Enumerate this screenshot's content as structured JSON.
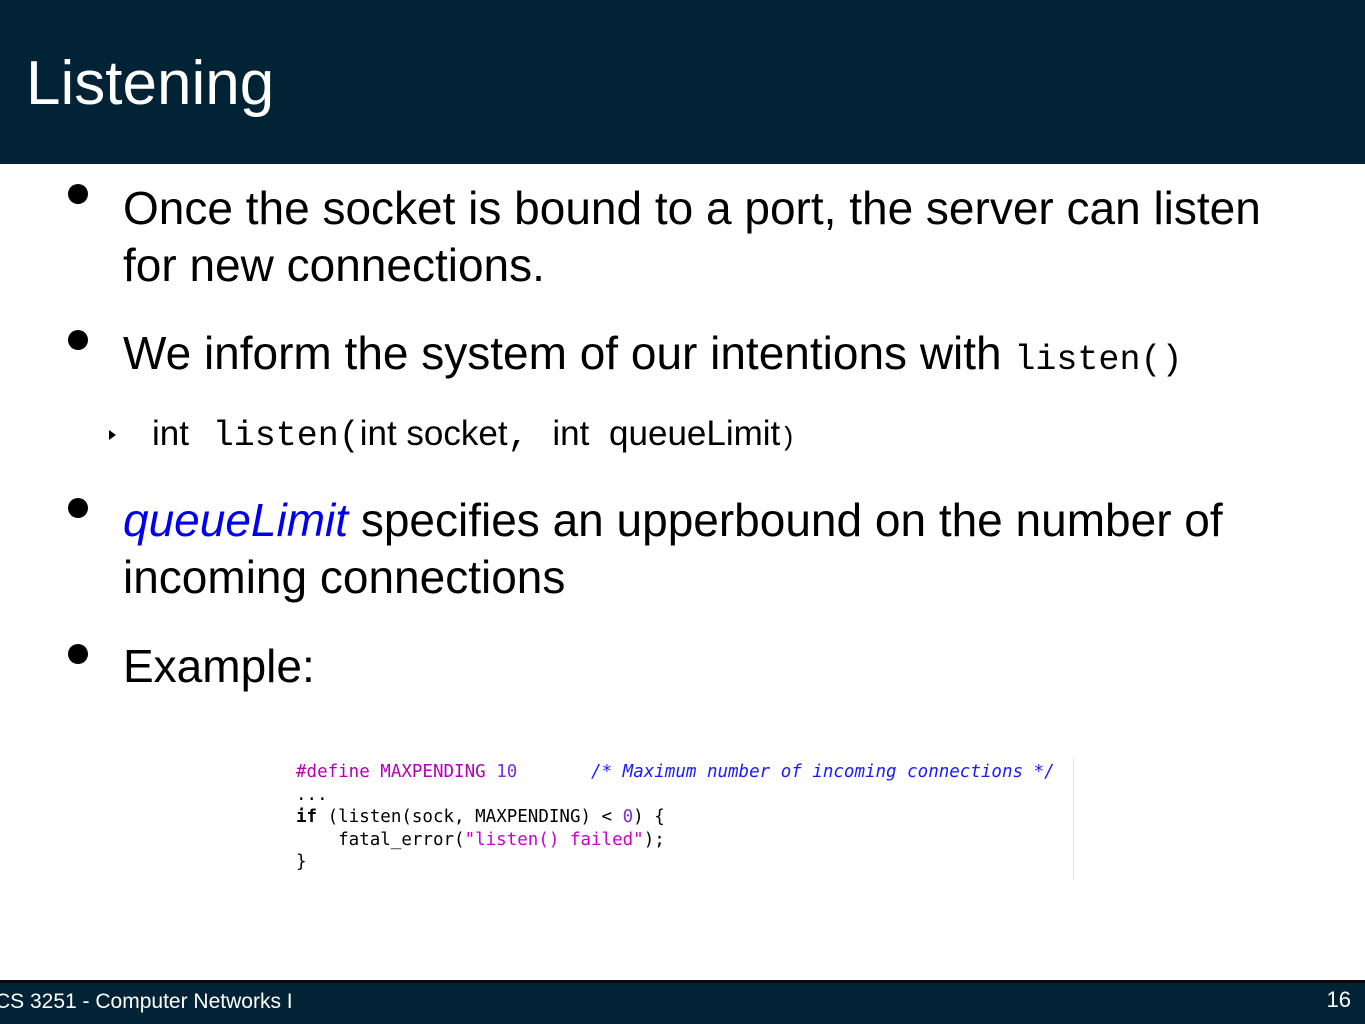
{
  "slide": {
    "title": "Listening",
    "bullets": [
      {
        "text": "Once the socket is bound to a port, the server can listen for new connections."
      },
      {
        "text": "We inform the system of our intentions with ",
        "code": "listen()"
      },
      {
        "accent": "queueLimit",
        "text": " specifies an upperbound on the number of incoming connections"
      },
      {
        "text": "Example:"
      }
    ],
    "sub_bullet": {
      "int1": "int",
      "fn": "listen(",
      "arg1": "int socket",
      "sep": ",",
      "int2": "int",
      "arg2": "queueLimit",
      "close": ")"
    },
    "code_example": {
      "line1_pre": "#define MAXPENDING",
      "line1_num": "10",
      "line1_comment": "/* Maximum number of incoming connections */",
      "line2": "...",
      "line3_kw": "if",
      "line3_a": " (listen(sock, MAXPENDING) < ",
      "line3_num": "0",
      "line3_b": ") {",
      "line4_a": "    fatal_error(",
      "line4_str": "\"listen() failed\"",
      "line4_b": ");",
      "line5": "}"
    },
    "footer": {
      "course": "CS 3251 - Computer Networks I",
      "page_number": "16"
    },
    "colors": {
      "title_bar": "#012335",
      "accent": "#0000ee"
    }
  }
}
